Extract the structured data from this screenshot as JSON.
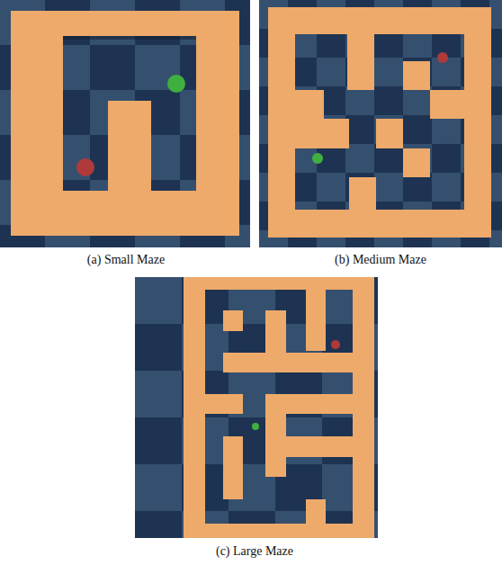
{
  "diagram": {
    "labels": [
      "(a) Small Maze",
      "(b) Medium Maze",
      "(c) Large Maze"
    ]
  }
}
